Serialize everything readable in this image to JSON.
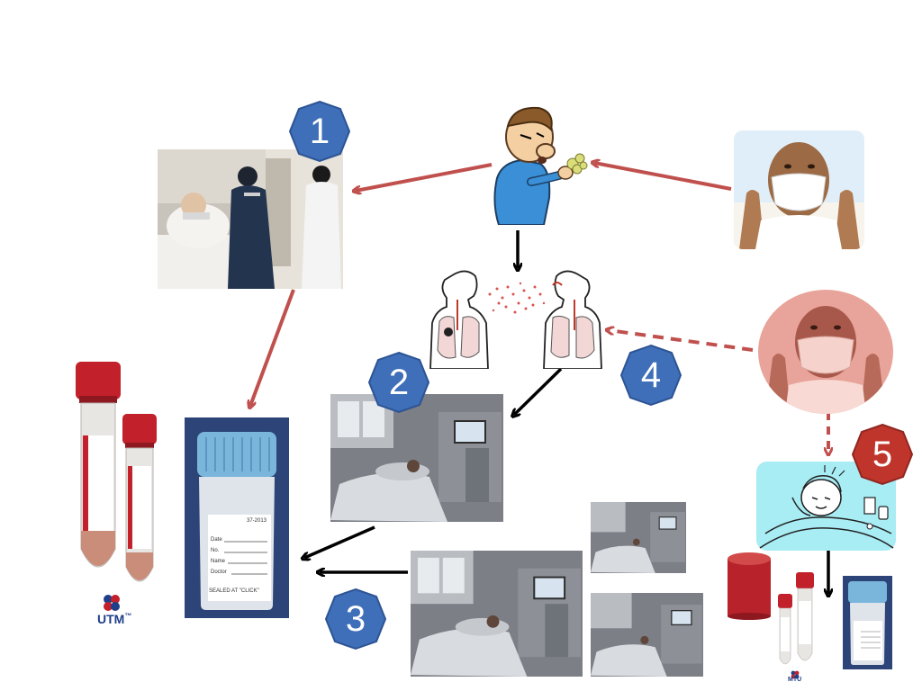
{
  "badges": {
    "b1": "1",
    "b2": "2",
    "b3": "3",
    "b4": "4",
    "b5": "5"
  },
  "colors": {
    "badge_blue": "#3e6fb8",
    "badge_red": "#c0352b",
    "arrow_red": "#c0504d",
    "arrow_black": "#000000",
    "tube_cap": "#c2202a",
    "container_cap": "#7ab6dc",
    "sick_bg": "#a8ecf4",
    "masked_red_bg": "#e8a49a"
  },
  "labels": {
    "utm_brand": "UTM",
    "utm_tm": "™",
    "utm_small": "MTU",
    "container_sealed": "SEALED AT \"CLICK\"",
    "container_fields": [
      "Date",
      "No.",
      "Name",
      "Doctor"
    ],
    "container_code": "37-2013"
  },
  "icons": {
    "masked_man": "masked-man-photo",
    "sneezing": "sneezing-man-icon",
    "lungs": "lungs-transmission-icon",
    "hospital": "hospital-patient-photo",
    "icu": "icu-patient-photo",
    "sick": "sick-person-icon"
  }
}
